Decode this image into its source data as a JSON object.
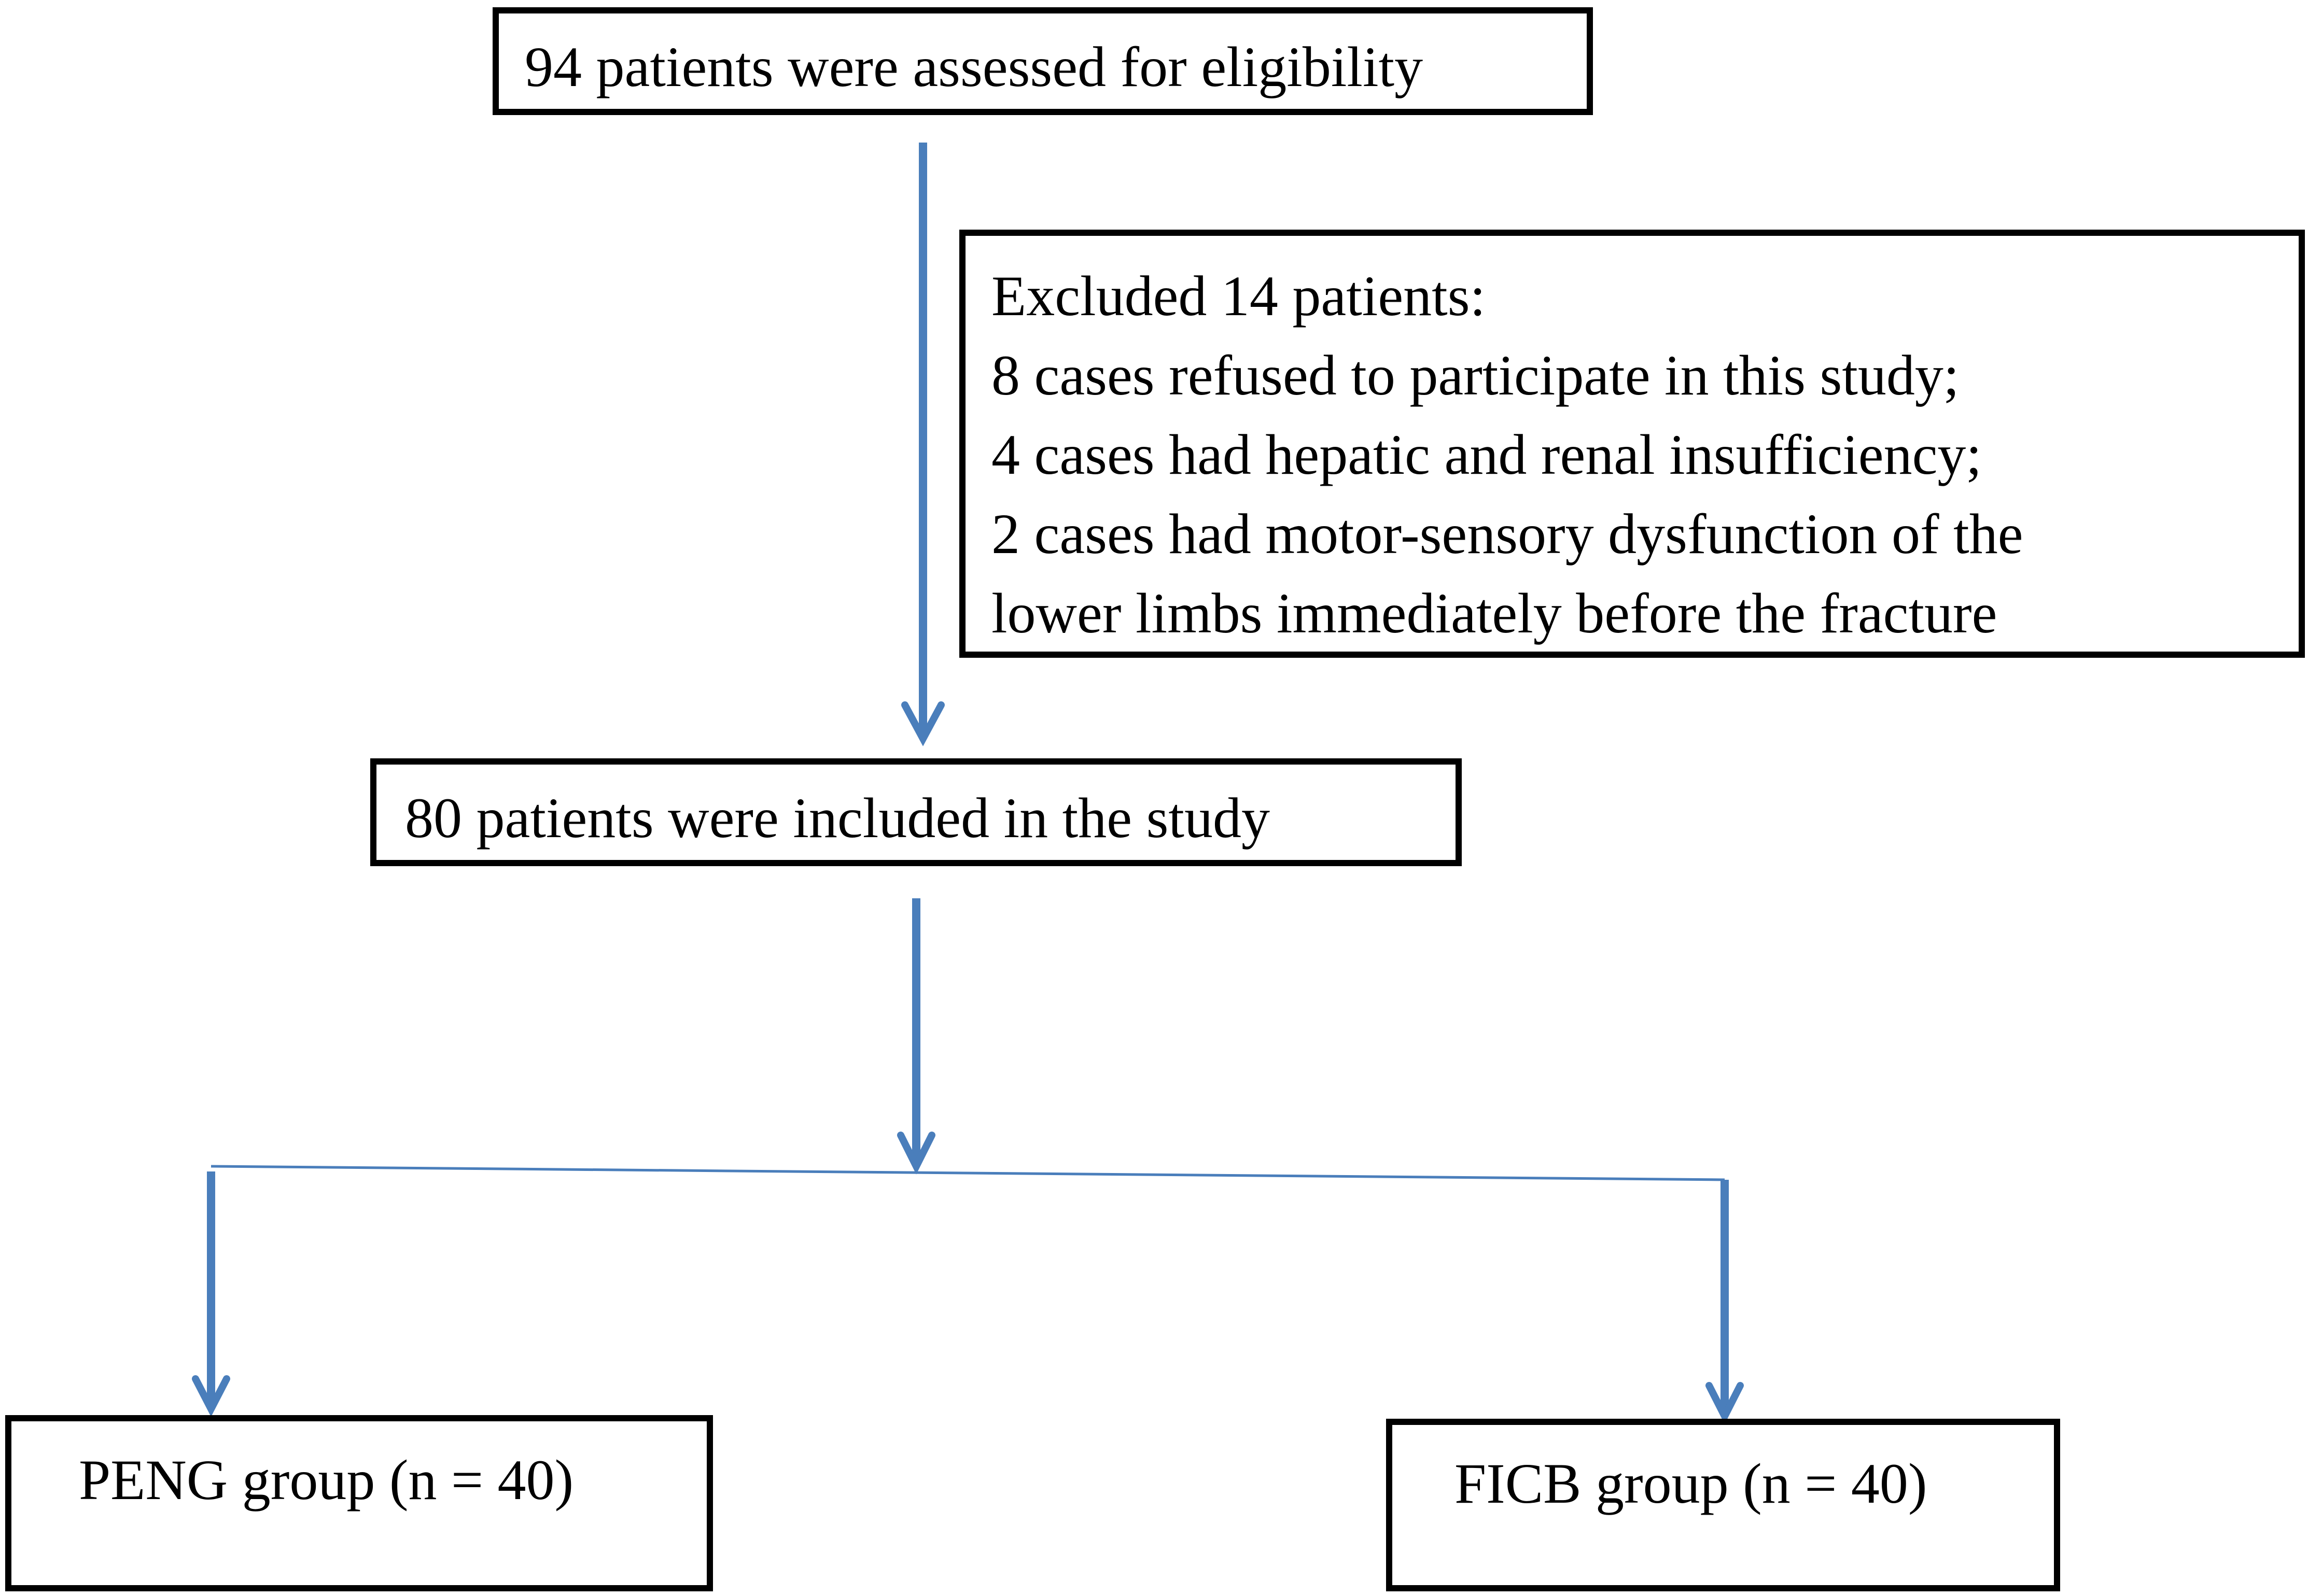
{
  "nodes": {
    "assessed": {
      "text": "94 patients were assessed for eligibility"
    },
    "excluded": {
      "lines": [
        "Excluded 14 patients:",
        "8 cases refused to participate in this study;",
        "4 cases had hepatic and renal insufficiency;",
        "2 cases had motor-sensory dysfunction of the",
        "lower limbs immediately before the fracture"
      ]
    },
    "included": {
      "text": "80 patients were included in the study"
    },
    "peng": {
      "text": "PENG group (n = 40)"
    },
    "ficb": {
      "text": "FICB group (n = 40)"
    }
  },
  "edges": [
    {
      "from": "assessed",
      "to": "included"
    },
    {
      "from": "included",
      "to": "peng"
    },
    {
      "from": "included",
      "to": "ficb"
    }
  ],
  "colors": {
    "arrow": "#4a7ebb",
    "box_border": "#000000"
  }
}
